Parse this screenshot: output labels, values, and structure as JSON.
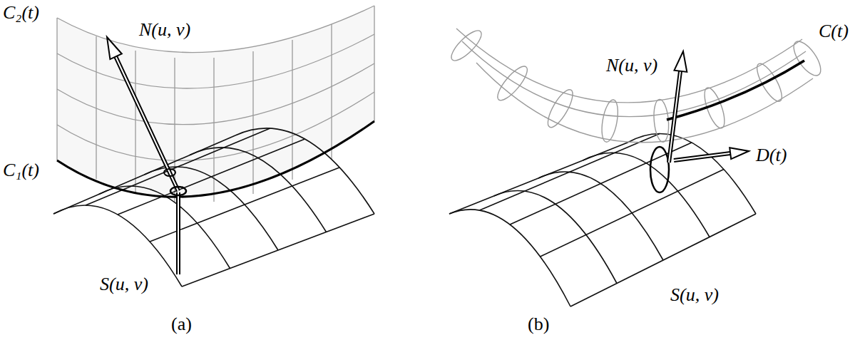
{
  "diagram": {
    "labels": [
      "C₂(t)",
      "N(u, v)",
      "C₁(t)",
      "S(u, v)",
      "(a)",
      "N(u, v)",
      "C(t)",
      "D(t)",
      "S(u, v)",
      "(b)"
    ]
  }
}
